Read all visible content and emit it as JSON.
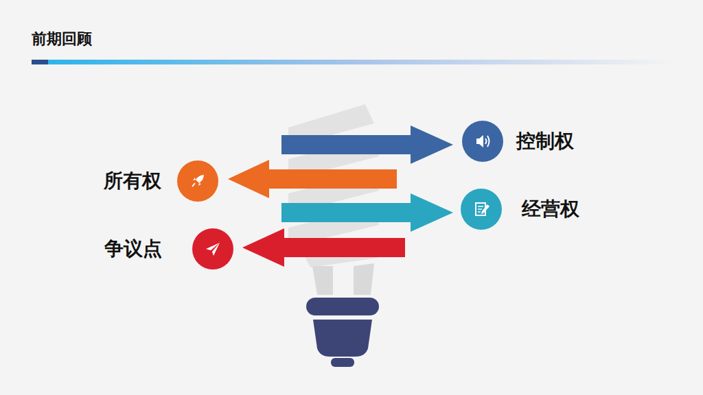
{
  "diagram": {
    "title": "前期回顾",
    "nodes": [
      {
        "text": [
          "控制权"
        ]
      },
      {
        "text": [
          "所有权"
        ]
      },
      {
        "text": [
          "经营权"
        ]
      },
      {
        "text": [
          "争议点"
        ]
      }
    ]
  }
}
